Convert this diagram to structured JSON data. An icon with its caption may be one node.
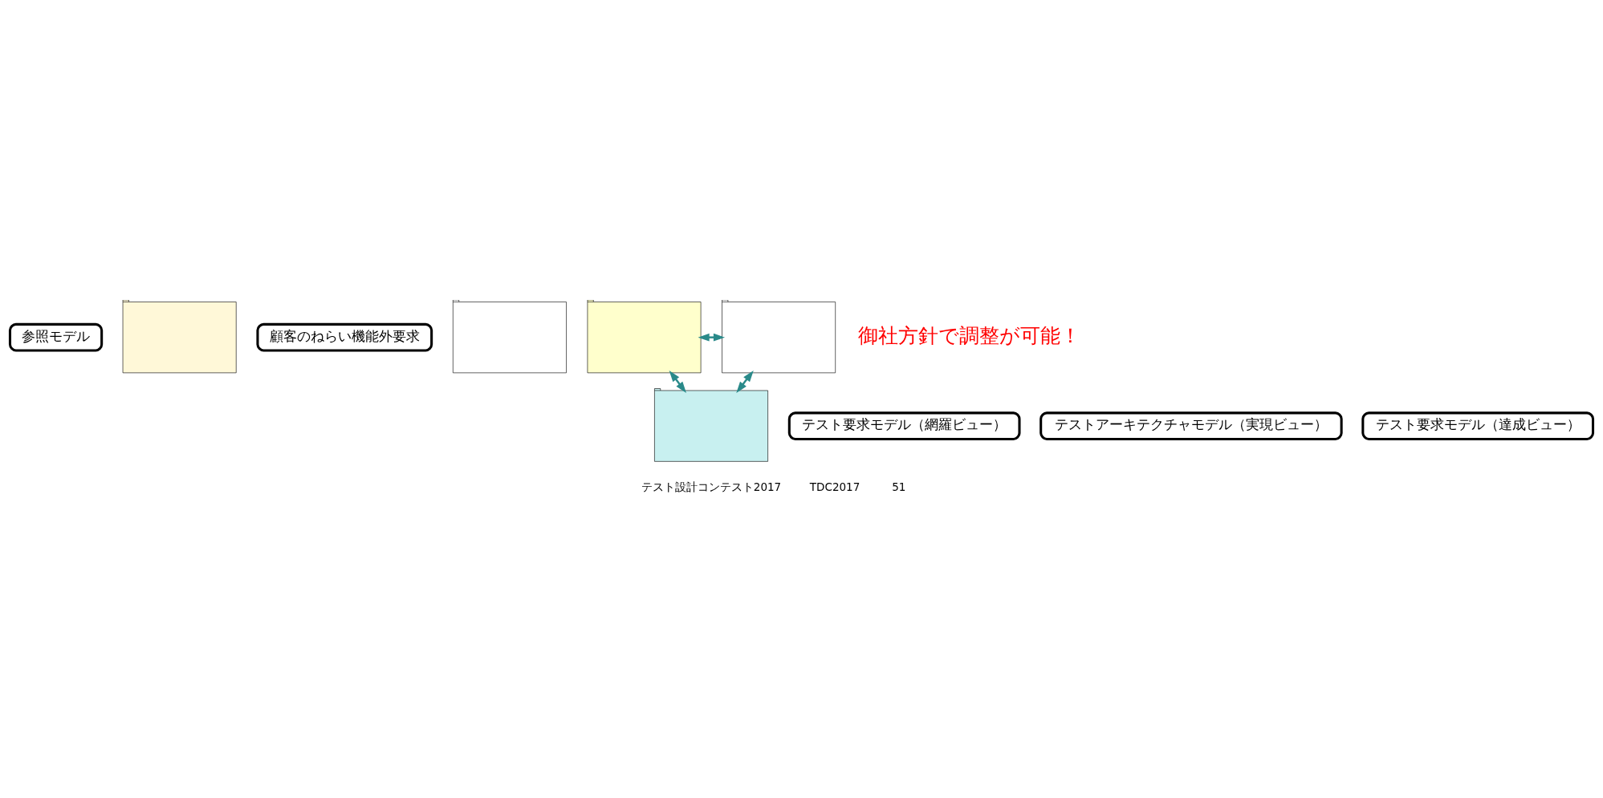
{
  "diagram": {
    "nodes": [
      {
        "text": [
          "参照モデル"
        ]
      },
      {
        "text": [],
        "shape": "picture"
      },
      {
        "text": [
          "顧客のねらい機能外要求"
        ]
      },
      {
        "text": [],
        "shape": "picture"
      },
      {
        "text": [],
        "shape": "picture"
      },
      {
        "text": [],
        "shape": "picture"
      },
      {
        "text": [],
        "shape": "picture"
      },
      {
        "text": [
          "テスト要求モデル（網羅ビュー）"
        ]
      },
      {
        "text": [
          "テストアーキテクチャモデル（実現ビュー）"
        ]
      },
      {
        "text": [
          "テスト要求モデル（達成ビュー）"
        ]
      }
    ],
    "edges": [
      {
        "from": 4,
        "to": 6,
        "arrow": "both"
      },
      {
        "from": 4,
        "to": 5,
        "arrow": "both"
      },
      {
        "from": 5,
        "to": 6,
        "arrow": "both"
      }
    ],
    "labels": [
      "御社方針で調整が可能！",
      "テスト設計コンテスト2017",
      "TDC2017",
      "51"
    ]
  }
}
